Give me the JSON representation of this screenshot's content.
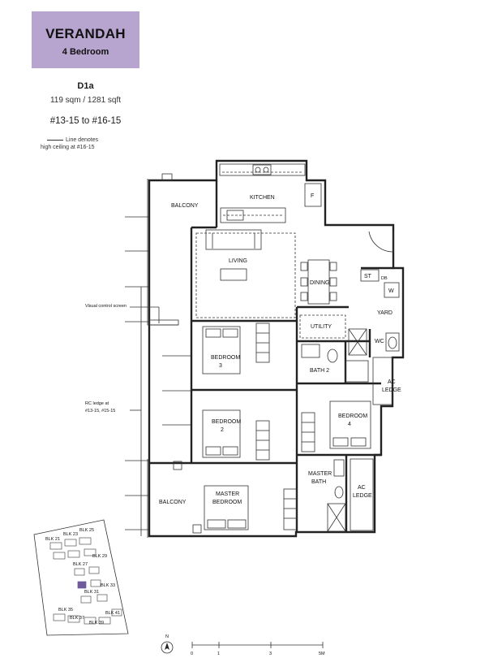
{
  "header": {
    "title": "VERANDAH",
    "subtitle": "4 Bedroom"
  },
  "unit": {
    "type": "D1a",
    "area": "119 sqm / 1281 sqft",
    "floors": "#13-15 to #16-15"
  },
  "legend": {
    "line1": "Line denotes",
    "line2": "high ceiling at #16-15"
  },
  "rooms": {
    "balcony_top": "BALCONY",
    "kitchen": "KITCHEN",
    "fridge": "F",
    "living": "LIVING",
    "dining": "DINING",
    "store": "ST",
    "db": "DB",
    "washer": "W",
    "yard": "YARD",
    "utility": "UTILITY",
    "wc": "WC",
    "bedroom3_a": "BEDROOM",
    "bedroom3_b": "3",
    "bath2": "BATH 2",
    "ac_ledge_1a": "AC",
    "ac_ledge_1b": "LEDGE",
    "bedroom2_a": "BEDROOM",
    "bedroom2_b": "2",
    "bedroom4_a": "BEDROOM",
    "bedroom4_b": "4",
    "master_bath_a": "MASTER",
    "master_bath_b": "BATH",
    "ac_ledge_2a": "AC",
    "ac_ledge_2b": "LEDGE",
    "balcony_bottom": "BALCONY",
    "master_bed_a": "MASTER",
    "master_bed_b": "BEDROOM"
  },
  "notes": {
    "visual_screen": "Visual control screen",
    "rc_ledge_1": "RC ledge at",
    "rc_ledge_2": "#13-15, #15-15"
  },
  "site_plan": {
    "blocks": [
      "BLK 23",
      "BLK 25",
      "BLK 21",
      "BLK 29",
      "BLK 27",
      "BLK 31",
      "BLK 33",
      "BLK 35",
      "BLK 37",
      "BLK 39",
      "BLK 41"
    ]
  },
  "compass": {
    "label": "N"
  },
  "scale": {
    "ticks": [
      "0",
      "1",
      "3",
      "5M"
    ]
  },
  "colors": {
    "accent": "#b7a4cf",
    "highlight": "#6f5a9c"
  }
}
